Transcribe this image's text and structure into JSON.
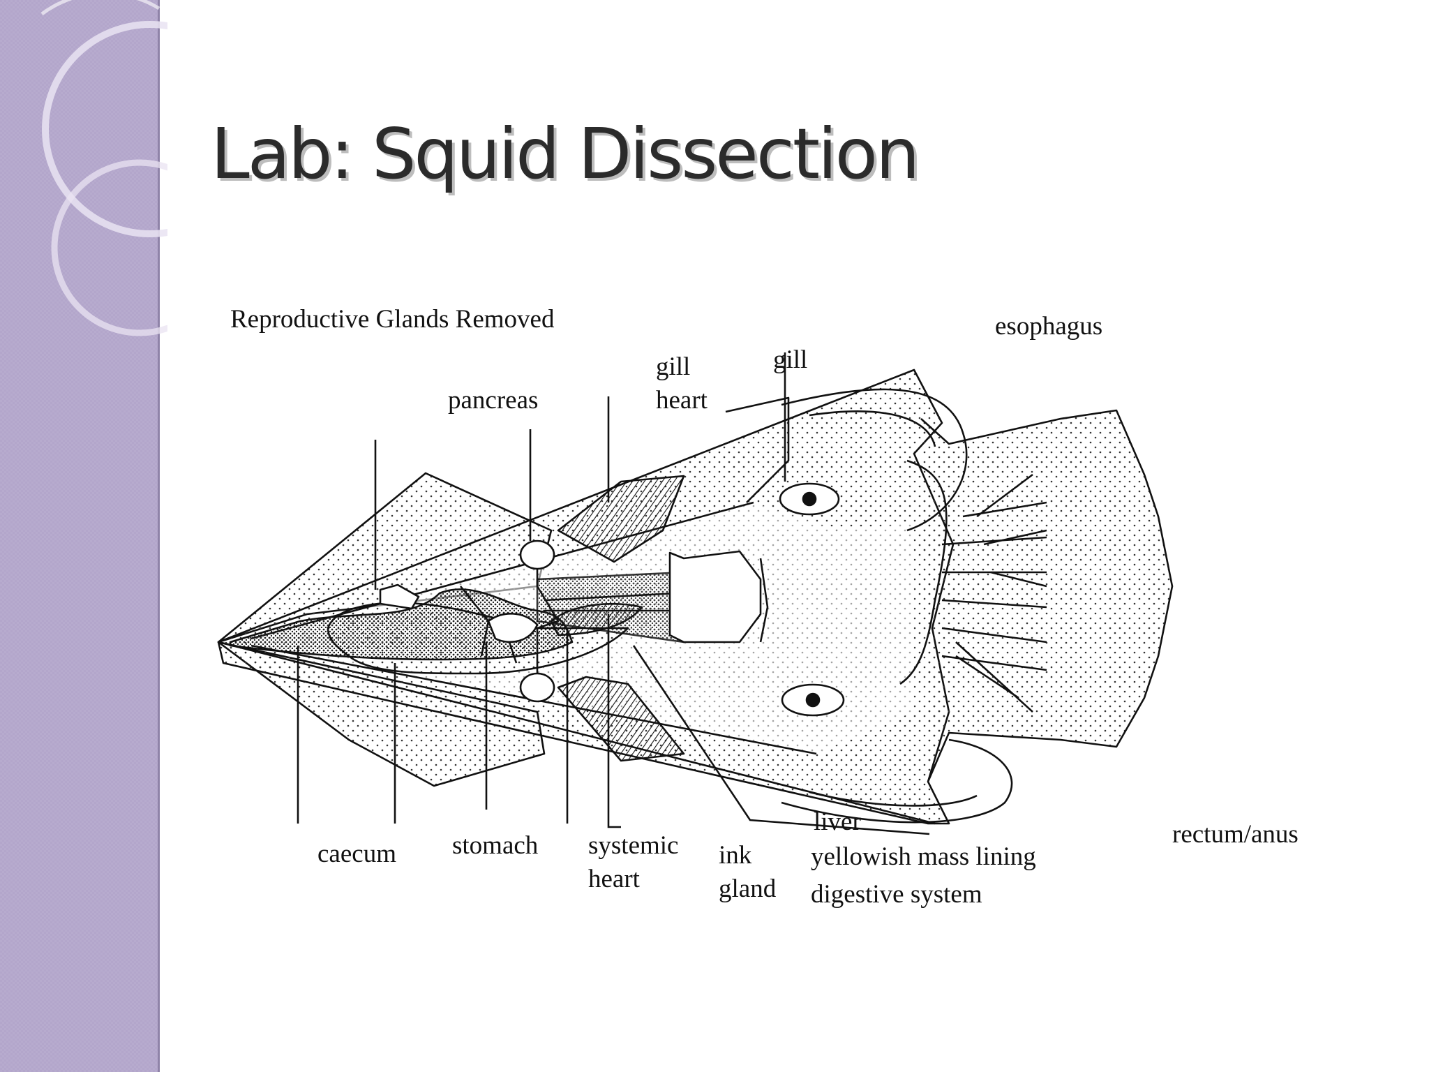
{
  "slide": {
    "title": "Lab: Squid Dissection"
  },
  "diagram": {
    "caption": "Reproductive Glands Removed",
    "labels": {
      "esophagus": "esophagus",
      "gill": "gill",
      "gill_heart_1": "gill",
      "gill_heart_2": "heart",
      "pancreas": "pancreas",
      "caecum": "caecum",
      "stomach": "stomach",
      "systemic_heart_1": "systemic",
      "systemic_heart_2": "heart",
      "ink_gland_1": "ink",
      "ink_gland_2": "gland",
      "liver_1": "liver",
      "liver_2": "yellowish mass lining",
      "liver_3": "digestive system",
      "rectum": "rectum/anus"
    }
  },
  "colors": {
    "side_band": "#b3a6cb",
    "title_text": "#2b2b2b",
    "line": "#111111"
  }
}
